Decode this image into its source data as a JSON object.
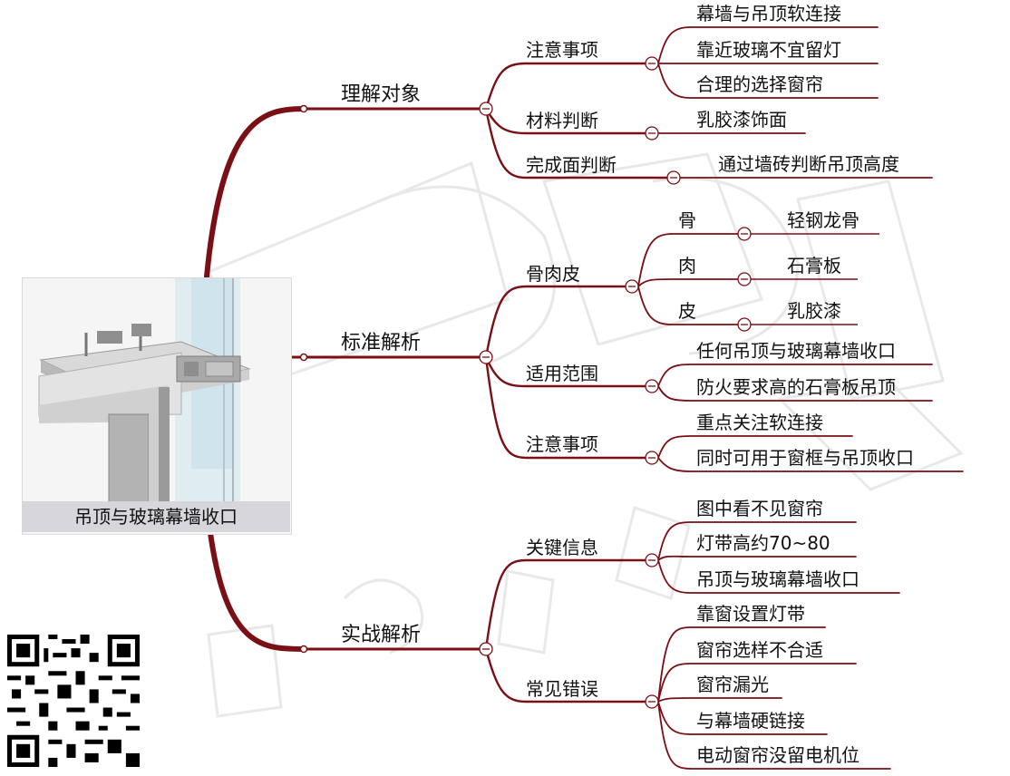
{
  "root": {
    "label": "吊顶与玻璃幕墙收口"
  },
  "branches": [
    {
      "label": "理解对象",
      "children": [
        {
          "label": "注意事项",
          "children": [
            {
              "label": "幕墙与吊顶软连接"
            },
            {
              "label": "靠近玻璃不宜留灯"
            },
            {
              "label": "合理的选择窗帘"
            }
          ]
        },
        {
          "label": "材料判断",
          "children": [
            {
              "label": "乳胶漆饰面"
            }
          ]
        },
        {
          "label": "完成面判断",
          "children": [
            {
              "label": "通过墙砖判断吊顶高度"
            }
          ]
        }
      ]
    },
    {
      "label": "标准解析",
      "children": [
        {
          "label": "骨肉皮",
          "children": [
            {
              "label": "骨",
              "children": [
                {
                  "label": "轻钢龙骨"
                }
              ]
            },
            {
              "label": "肉",
              "children": [
                {
                  "label": "石膏板"
                }
              ]
            },
            {
              "label": "皮",
              "children": [
                {
                  "label": "乳胶漆"
                }
              ]
            }
          ]
        },
        {
          "label": "适用范围",
          "children": [
            {
              "label": "任何吊顶与玻璃幕墙收口"
            },
            {
              "label": "防火要求高的石膏板吊顶"
            }
          ]
        },
        {
          "label": "注意事项",
          "children": [
            {
              "label": "重点关注软连接"
            },
            {
              "label": "同时可用于窗框与吊顶收口"
            }
          ]
        }
      ]
    },
    {
      "label": "实战解析",
      "children": [
        {
          "label": "关键信息",
          "children": [
            {
              "label": "图中看不见窗帘"
            },
            {
              "label": "灯带高约70~80"
            },
            {
              "label": "吊顶与玻璃幕墙收口"
            }
          ]
        },
        {
          "label": "常见错误",
          "children": [
            {
              "label": "靠窗设置灯带"
            },
            {
              "label": "窗帘选样不合适"
            },
            {
              "label": "窗帘漏光"
            },
            {
              "label": "与幕墙硬链接"
            },
            {
              "label": "电动窗帘没留电机位"
            }
          ]
        }
      ]
    }
  ],
  "colors": {
    "branch": "#7a0f15",
    "toggle_stroke": "#7a0f15",
    "underline": "#7a0f15"
  },
  "icons": {
    "toggle": "collapse-minus-icon",
    "qr": "qr-code"
  }
}
